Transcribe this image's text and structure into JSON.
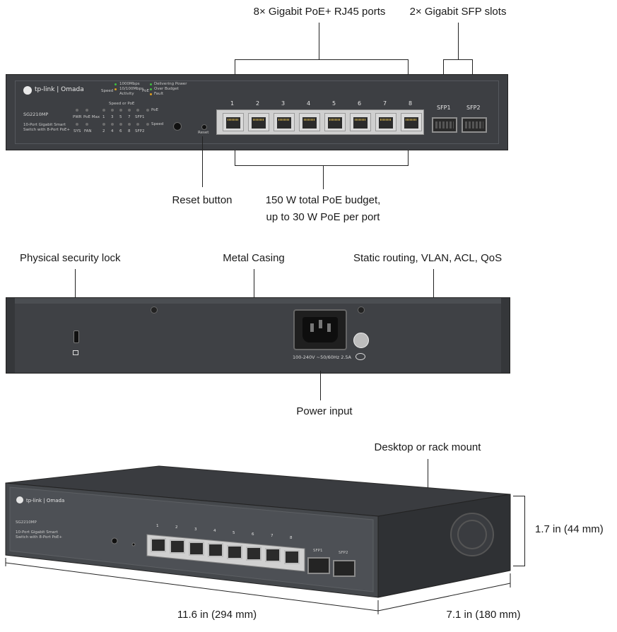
{
  "callouts": {
    "rj45_ports": "8× Gigabit PoE+ RJ45 ports",
    "sfp_slots": "2× Gigabit SFP slots",
    "reset_button": "Reset button",
    "poe_budget_line1": "150 W total PoE budget,",
    "poe_budget_line2": "up to 30 W PoE per port",
    "security_lock": "Physical security lock",
    "metal_casing": "Metal Casing",
    "features": "Static routing, VLAN, ACL, QoS",
    "power_input": "Power input",
    "mount": "Desktop or rack mount",
    "height": "1.7 in (44 mm)",
    "width": "11.6 in (294 mm)",
    "depth": "7.1 in (180 mm)"
  },
  "front_panel": {
    "brand": "tp-link | Omada",
    "model": "SG2210MP",
    "description_line1": "10-Port Gigabit Smart",
    "description_line2": "Switch with 8-Port PoE+",
    "legend_speed": "Speed",
    "legend_1000": "1000Mbps",
    "legend_10100": "10/100Mbps",
    "legend_activity": "Activity",
    "legend_poe": "PoE",
    "legend_delivering": "Delivering Power",
    "legend_over_budget": "Over Budget",
    "legend_fault": "Fault",
    "led_group_label": "Speed or PoE",
    "led_pwr": "PWR",
    "led_poe_max": "PoE Max",
    "led_sys": "SYS",
    "led_fan": "FAN",
    "led_top_numbers": [
      "1",
      "3",
      "5",
      "7",
      "SFP1"
    ],
    "led_bottom_numbers": [
      "2",
      "4",
      "6",
      "8",
      "SFP2"
    ],
    "led_mode_poe": "PoE",
    "led_mode_speed": "Speed",
    "reset_label": "Reset",
    "port_numbers": [
      "1",
      "2",
      "3",
      "4",
      "5",
      "6",
      "7",
      "8"
    ],
    "sfp_labels": [
      "SFP1",
      "SFP2"
    ]
  },
  "rear_panel": {
    "power_rating": "100-240V ~50/60Hz 2.5A"
  },
  "colors": {
    "panel": "#3d3f43",
    "panel_dark": "#2f3134",
    "led_green": "#3fbf3f",
    "led_orange": "#e0a020"
  }
}
